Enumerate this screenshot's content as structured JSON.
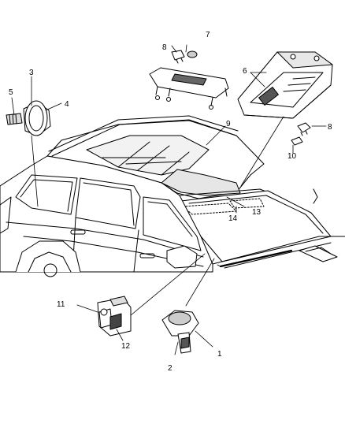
{
  "callouts": [
    {
      "id": "1",
      "label": "1"
    },
    {
      "id": "2",
      "label": "2"
    },
    {
      "id": "3",
      "label": "3"
    },
    {
      "id": "4",
      "label": "4"
    },
    {
      "id": "5",
      "label": "5"
    },
    {
      "id": "6",
      "label": "6"
    },
    {
      "id": "7",
      "label": "7"
    },
    {
      "id": "8a",
      "label": "8"
    },
    {
      "id": "8b",
      "label": "8"
    },
    {
      "id": "9",
      "label": "9"
    },
    {
      "id": "10",
      "label": "10"
    },
    {
      "id": "11",
      "label": "11"
    },
    {
      "id": "12",
      "label": "12"
    },
    {
      "id": "13",
      "label": "13"
    },
    {
      "id": "14",
      "label": "14"
    }
  ],
  "colors": {
    "line": "#000000",
    "fill": "#ffffff",
    "shade": "#cfcfcf",
    "dark": "#555555"
  }
}
